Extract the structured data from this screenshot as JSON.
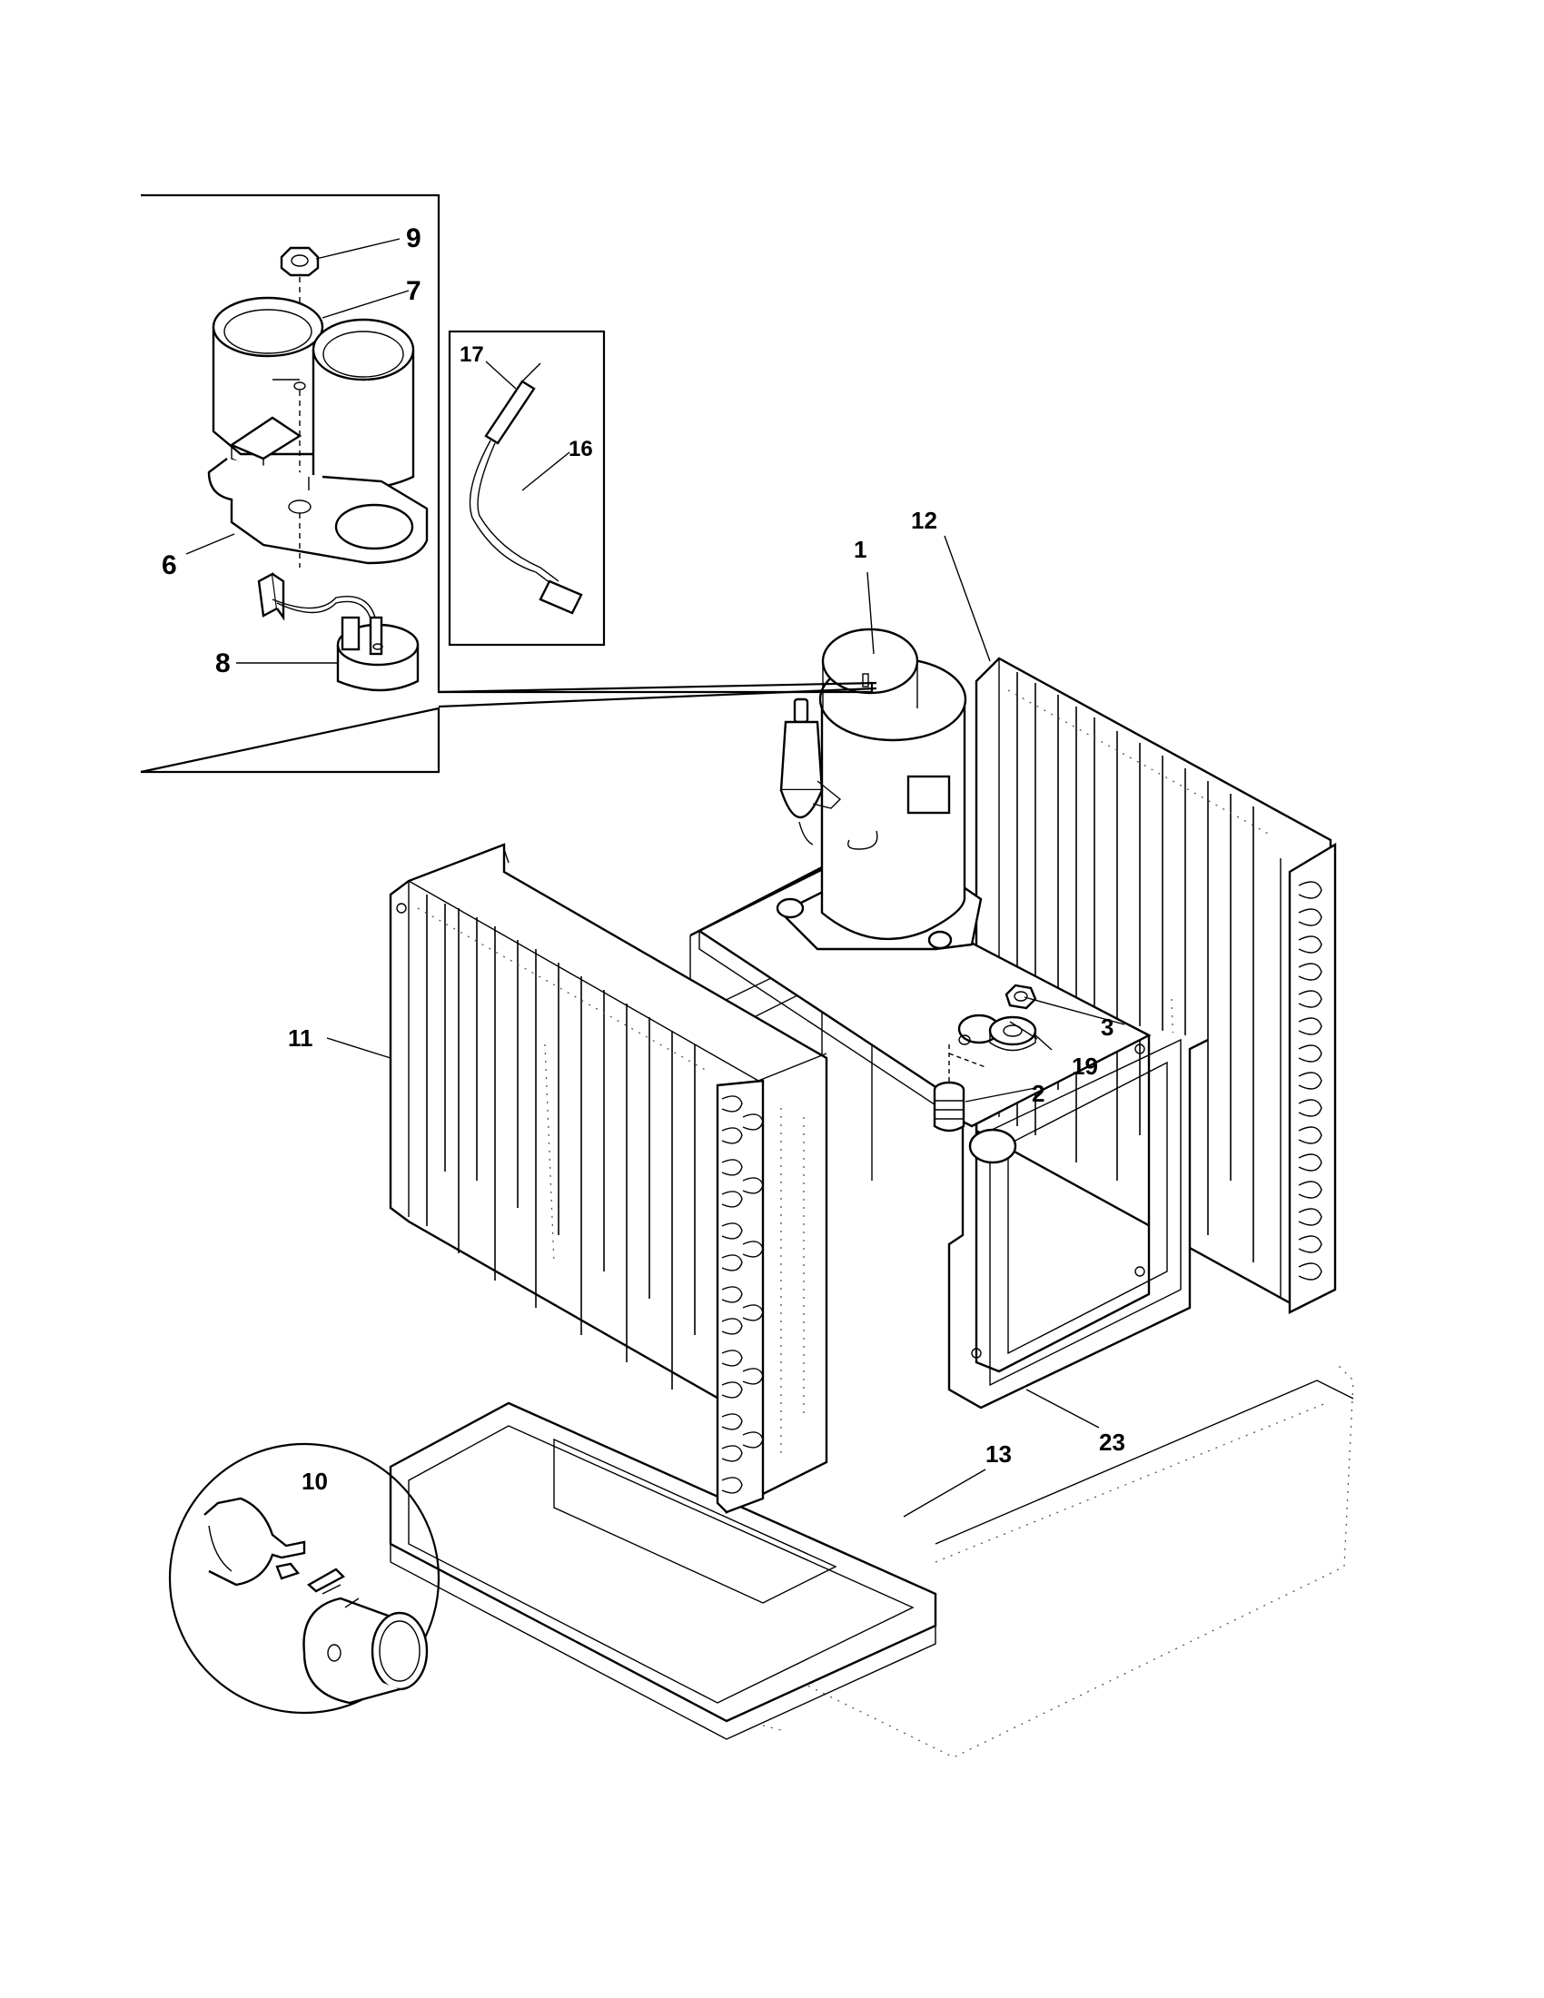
{
  "callouts": {
    "c1": "1",
    "c2": "2",
    "c3": "3",
    "c6": "6",
    "c7": "7",
    "c8": "8",
    "c9": "9",
    "c10": "10",
    "c11": "11",
    "c12": "12",
    "c13": "13",
    "c16": "16",
    "c17": "17",
    "c19": "19",
    "c23": "23"
  },
  "icons": {
    "compressor": "compressor-icon",
    "terminal_cover": "terminal-cover-icon",
    "overload": "overload-protector-icon",
    "capacitor": "capacitor-icon",
    "condenser_coil": "condenser-coil-icon",
    "evaporator_coil": "evaporator-coil-icon",
    "base_pan": "base-pan-icon",
    "sensor": "thermistor-sensor-icon"
  }
}
